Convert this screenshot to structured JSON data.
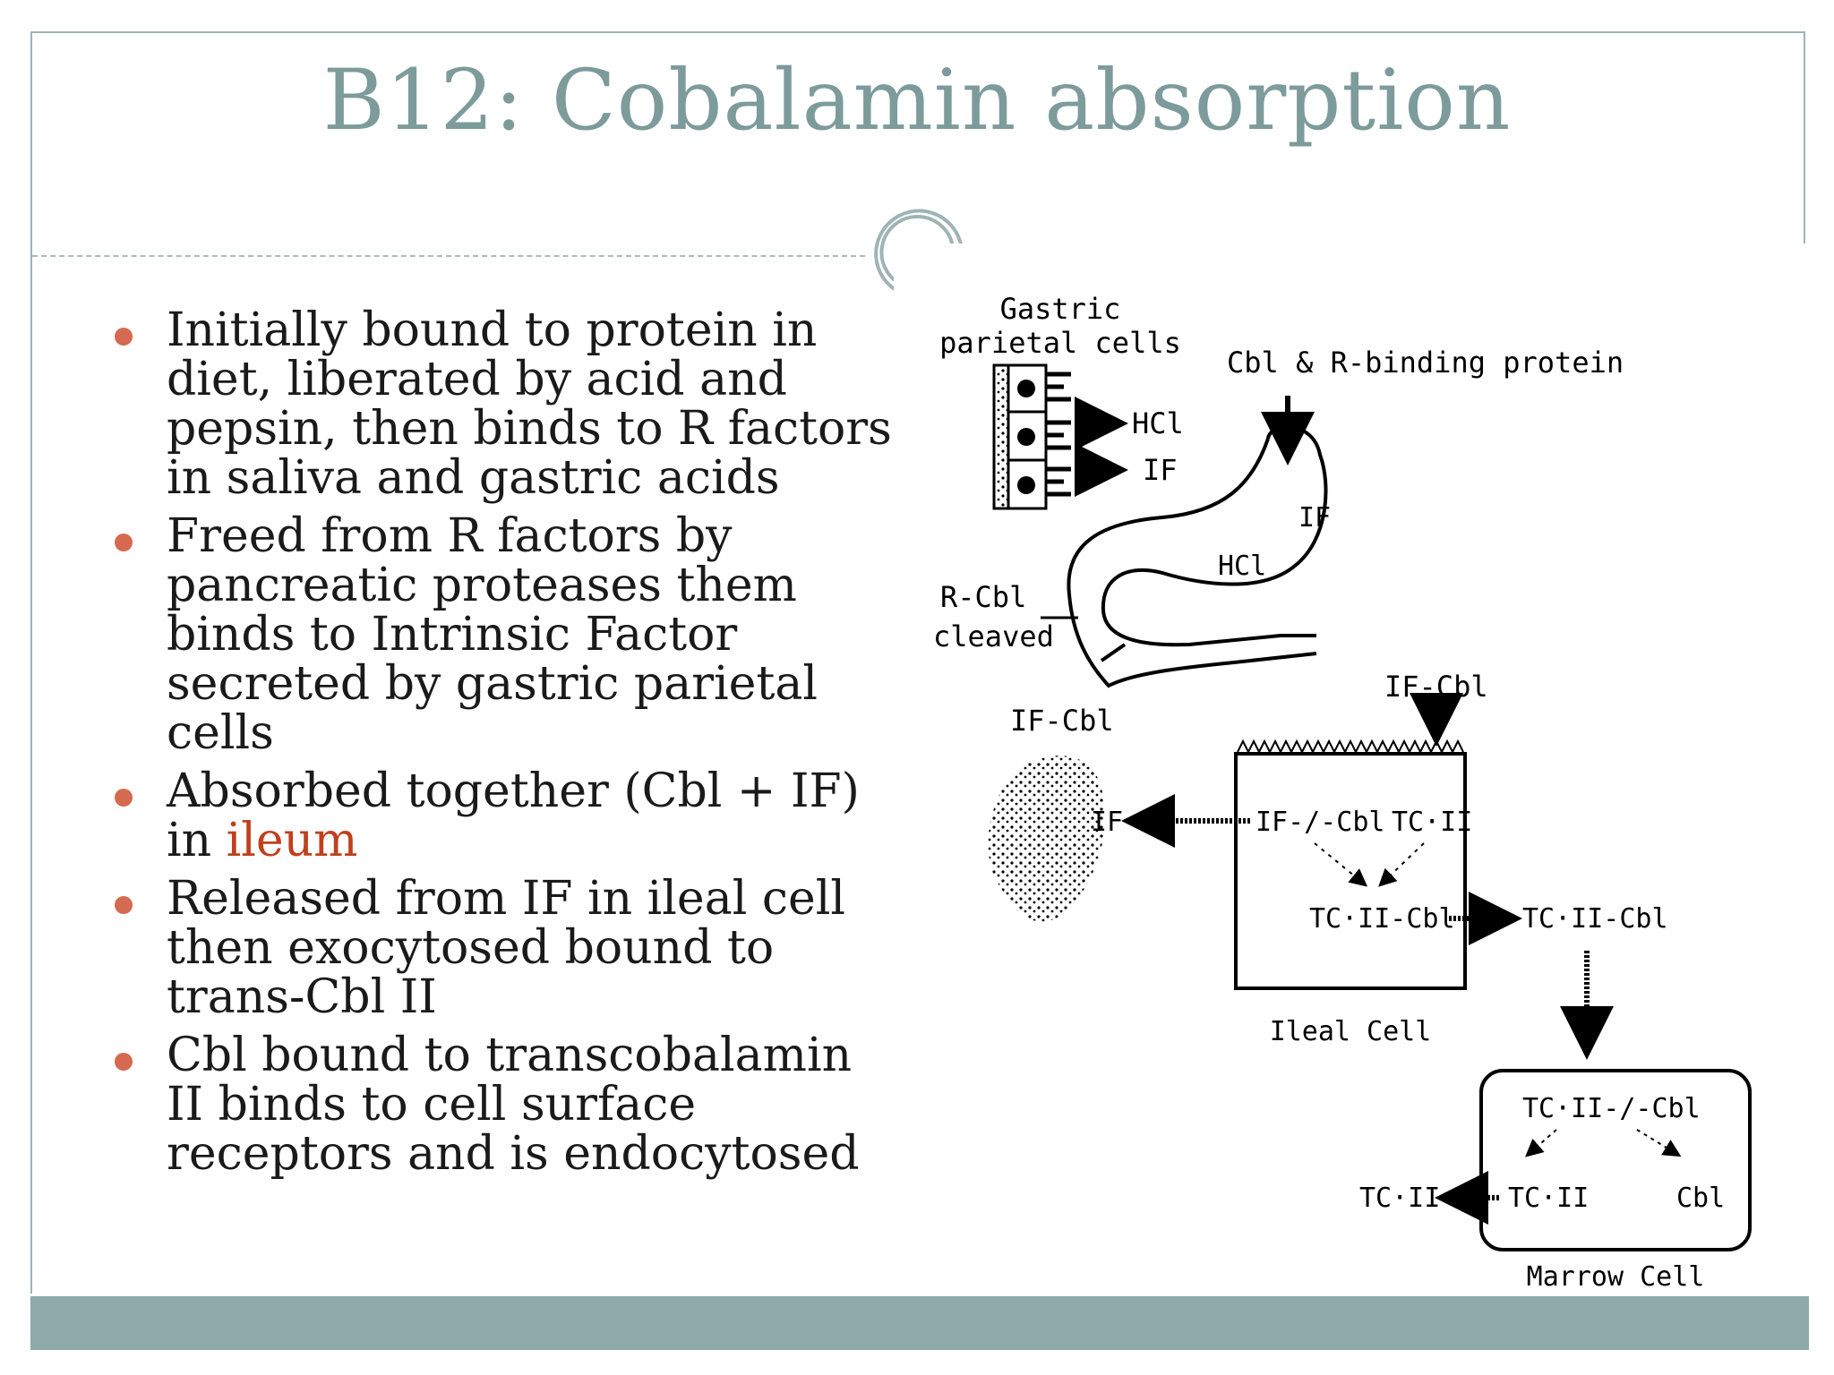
{
  "slide": {
    "title": "B12: Cobalamin absorption",
    "bullets": [
      {
        "text": "Initially bound to protein in diet, liberated by acid and pepsin, then binds to R factors in saliva and gastric acids"
      },
      {
        "text": "Freed from R factors by pancreatic proteases them binds to Intrinsic Factor secreted by gastric parietal cells"
      },
      {
        "text": "Absorbed together (Cbl + IF) in ",
        "highlight": "ileum"
      },
      {
        "text": "Released from IF in ileal cell then exocytosed bound to trans-Cbl II"
      },
      {
        "text": "Cbl bound to transcobalamin II binds to cell surface receptors and is endocytosed"
      }
    ],
    "colors": {
      "title": "#7d9b9b",
      "bullet_marker": "#d46a50",
      "highlight": "#c0401e",
      "bottom_bar": "#8eaaaa",
      "frame": "#9fb4b4"
    }
  },
  "diagram": {
    "gastric_label_line1": "Gastric",
    "gastric_label_line2": "parietal cells",
    "cbl_r_binding": "Cbl & R-binding protein",
    "hcl_out": "HCl",
    "if_out": "IF",
    "stomach_if": "IF",
    "stomach_hcl": "HCl",
    "r_cbl_line1": "R-Cbl",
    "r_cbl_line2": "cleaved",
    "if_cbl_left": "IF-Cbl",
    "if_cbl_top": "IF-Cbl",
    "ileal_if": "IF",
    "ileal_if_cbl": "IF-/-Cbl",
    "ileal_tc2": "TC·II",
    "ileal_tc2_cbl": "TC·II-Cbl",
    "ext_tc2_cbl": "TC·II-Cbl",
    "ileal_cell_label": "Ileal Cell",
    "marrow_tc2_cbl": "TC·II-/-Cbl",
    "marrow_tc2": "TC·II",
    "marrow_cbl": "Cbl",
    "marrow_tc2_out": "TC·II",
    "marrow_cell_label": "Marrow Cell"
  }
}
